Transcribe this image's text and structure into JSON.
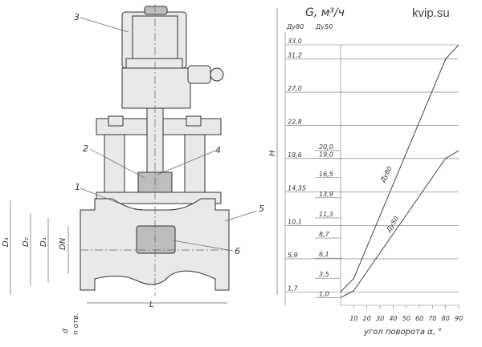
{
  "watermark": "kvip.su",
  "drawing": {
    "callouts": [
      "1",
      "2",
      "3",
      "4",
      "5",
      "6"
    ],
    "dims": {
      "d3": "D₃",
      "d2": "D₂",
      "d1": "D₁",
      "dn": "DN",
      "d": "d",
      "n_holes": "n отв.",
      "l": "L",
      "h": "H"
    }
  },
  "chart_data": {
    "type": "line",
    "title": "G, м³/ч",
    "col_dn80": "Ду80",
    "col_dn50": "Ду50",
    "xlabel": "угол поворота α, °",
    "x_ticks": [
      10,
      20,
      30,
      40,
      50,
      60,
      70,
      80,
      90
    ],
    "x_range": [
      0,
      90
    ],
    "y_ticks_dn80": [
      "1,7",
      "5,9",
      "10,1",
      "14,35",
      "18,6",
      "22,8",
      "27,0",
      "31,2",
      "33,0"
    ],
    "y_ticks_dn50": [
      "1,0",
      "3,5",
      "6,1",
      "8,7",
      "11,3",
      "13,9",
      "16,5",
      "19,0",
      "20,0"
    ],
    "series": [
      {
        "name": "Ду80",
        "x": [
          0,
          10,
          80,
          90
        ],
        "y": [
          1.7,
          3.4,
          31.2,
          33.0
        ]
      },
      {
        "name": "Ду50",
        "x": [
          0,
          10,
          80,
          90
        ],
        "y": [
          1.0,
          1.9,
          19.0,
          20.0
        ]
      }
    ]
  }
}
